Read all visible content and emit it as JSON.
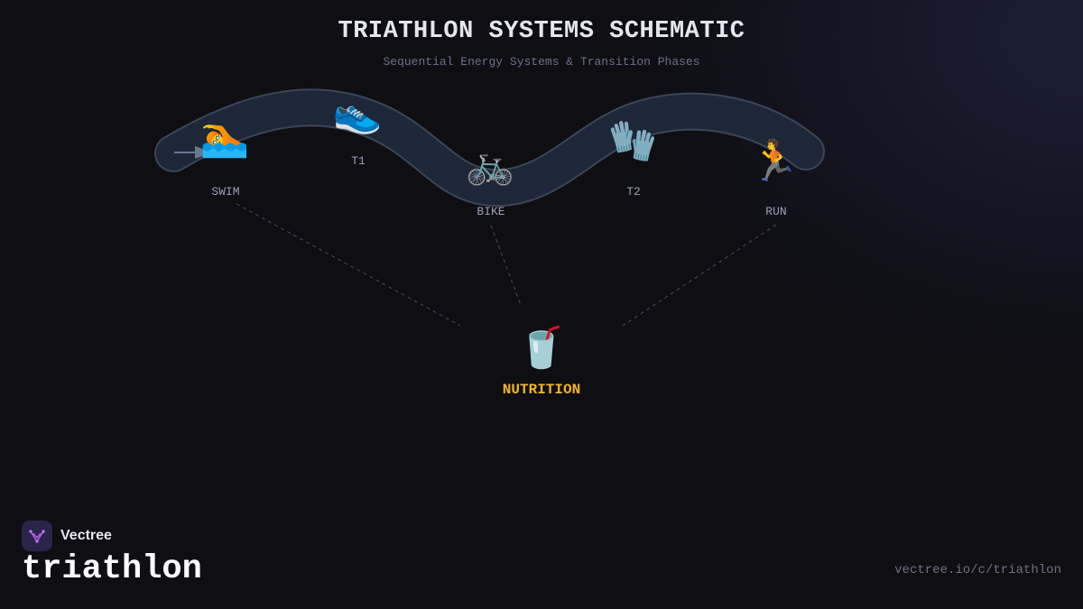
{
  "header": {
    "title": "TRIATHLON SYSTEMS SCHEMATIC",
    "subtitle": "Sequential Energy Systems & Transition Phases"
  },
  "nodes": [
    {
      "id": "swim",
      "label": "SWIM",
      "icon": "swimmer-icon",
      "glyph": "🏊"
    },
    {
      "id": "t1",
      "label": "T1",
      "icon": "running-shoe-icon",
      "glyph": "👟"
    },
    {
      "id": "bike",
      "label": "BIKE",
      "icon": "bicycle-icon",
      "glyph": "🚲"
    },
    {
      "id": "t2",
      "label": "T2",
      "icon": "gloves-icon",
      "glyph": "🧤"
    },
    {
      "id": "run",
      "label": "RUN",
      "icon": "runner-icon",
      "glyph": "🏃"
    }
  ],
  "nutrition": {
    "label": "NUTRITION",
    "icon": "cup-with-straw-icon",
    "glyph": "🥤"
  },
  "colors": {
    "background": "#0e0e13",
    "track": "#1e2737",
    "track_outline": "#3a4658",
    "nutrition_accent": "#f0b429",
    "label": "#9aa0b4"
  },
  "footer": {
    "brand": "Vectree",
    "category": "triathlon",
    "url": "vectree.io/c/triathlon"
  }
}
